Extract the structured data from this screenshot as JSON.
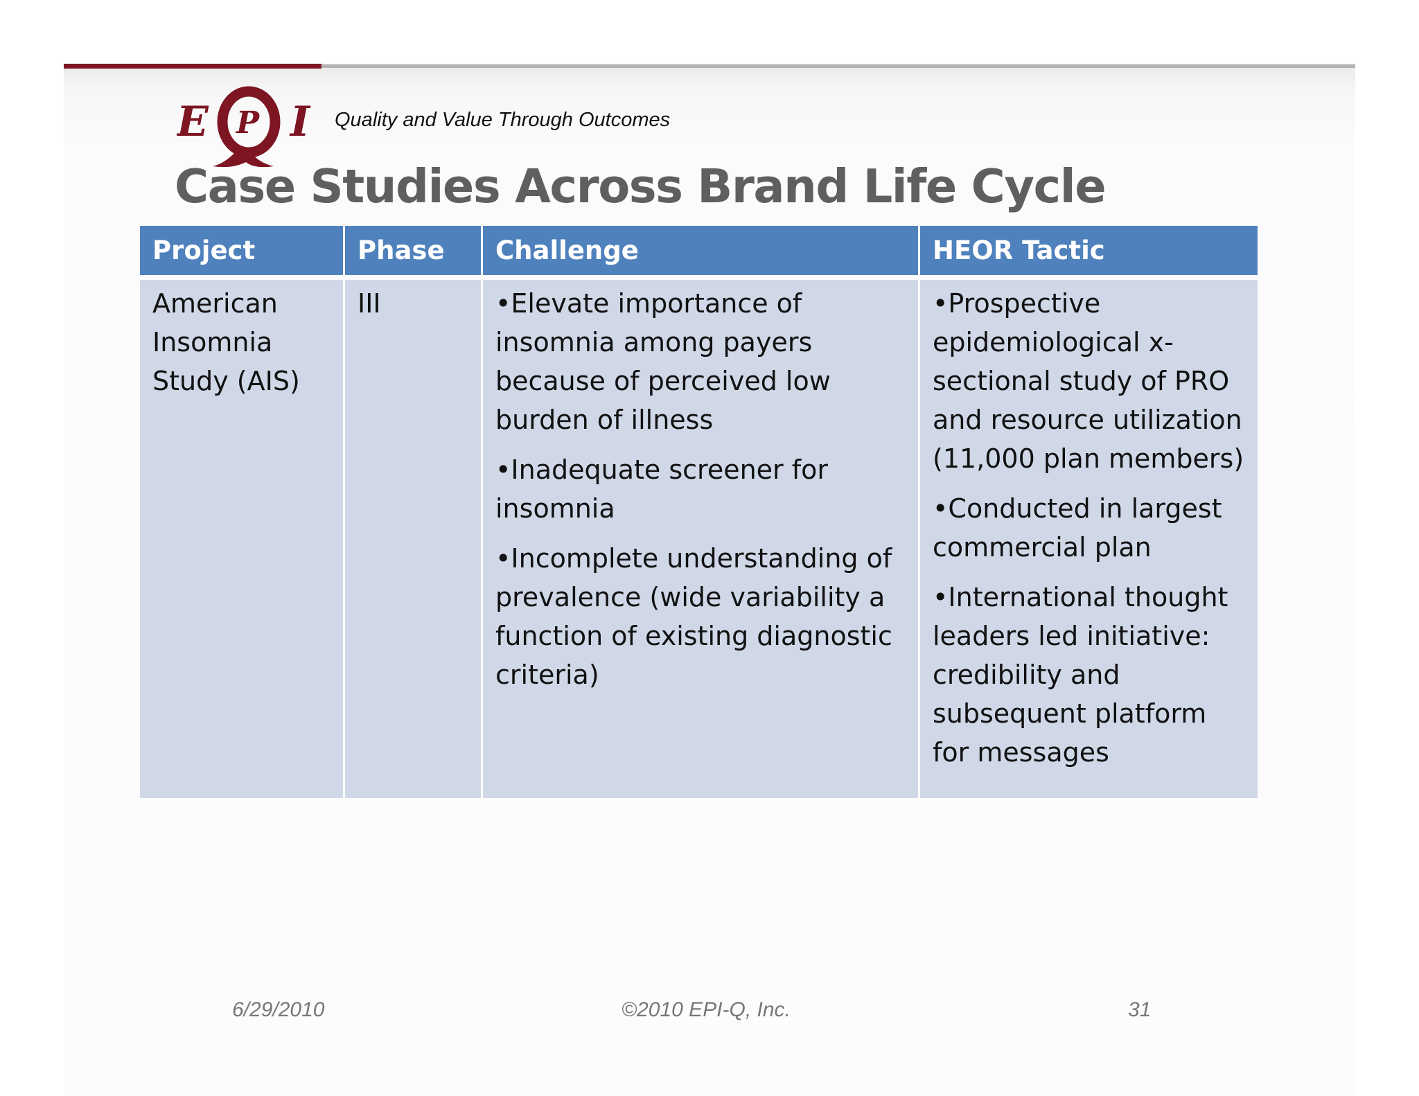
{
  "header": {
    "tagline": "Quality and Value Through Outcomes",
    "logo": {
      "letters": [
        "E",
        "P",
        "Q",
        "I"
      ],
      "color": "#7d1523"
    }
  },
  "slide": {
    "title": "Case Studies Across Brand Life Cycle"
  },
  "table": {
    "header_color": "#4f81bd",
    "body_color": "#d0d8e8",
    "columns": [
      "Project",
      "Phase",
      "Challenge",
      "HEOR Tactic"
    ],
    "row": {
      "project": "American Insomnia Study (AIS)",
      "phase": "III",
      "challenge": [
        "•Elevate importance of insomnia among payers because of perceived low burden of illness",
        "•Inadequate screener for insomnia",
        "•Incomplete understanding of prevalence (wide variability a function of existing diagnostic criteria)"
      ],
      "tactic": [
        "•Prospective epidemiological x-sectional study of PRO and resource utilization (11,000 plan members)",
        "•Conducted in largest commercial plan",
        "•International thought leaders led initiative: credibility and subsequent platform for messages"
      ]
    }
  },
  "footer": {
    "date": "6/29/2010",
    "copyright": "©2010 EPI-Q, Inc.",
    "page": "31"
  }
}
